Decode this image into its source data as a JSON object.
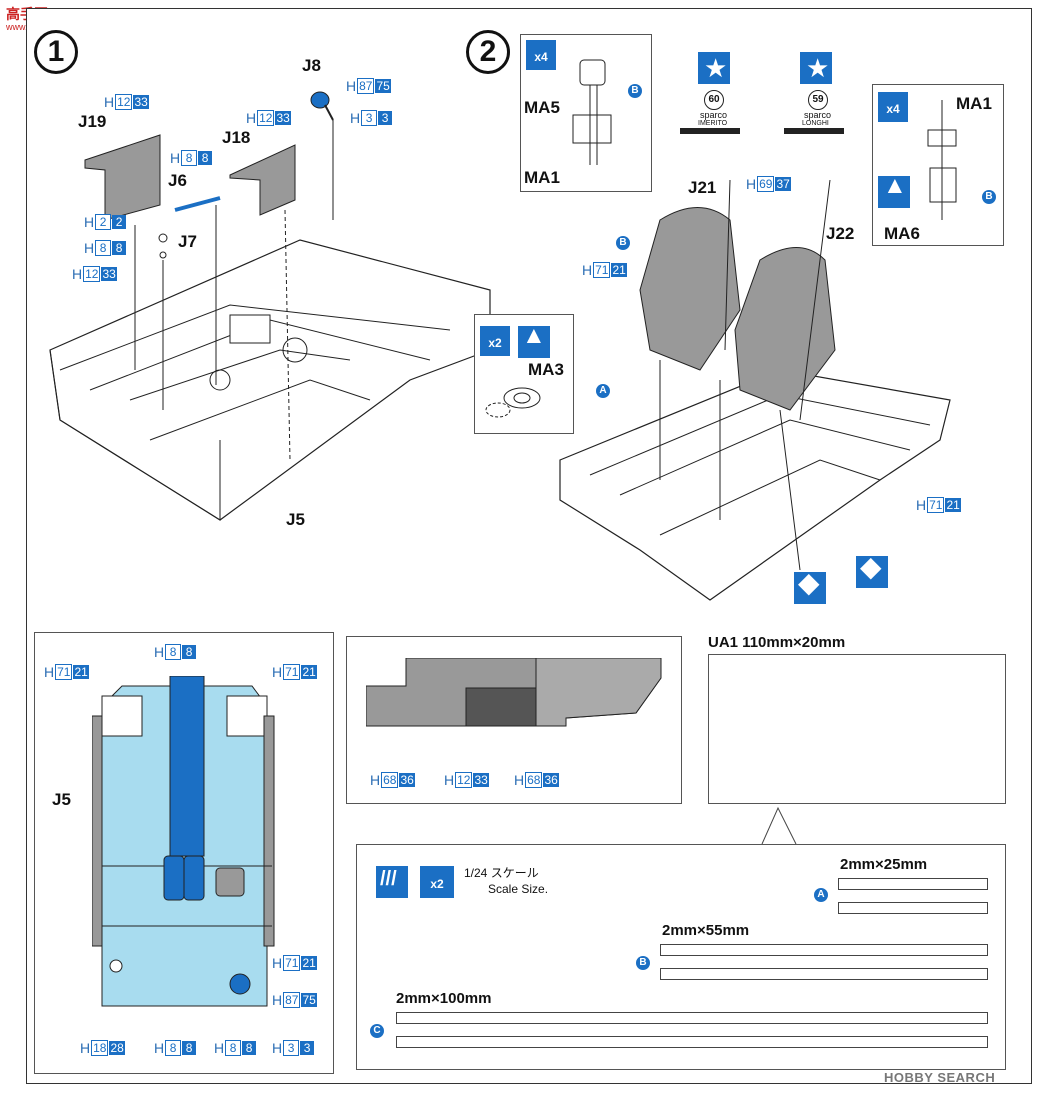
{
  "watermark_top": {
    "cn": "高手网",
    "url": "www.gaoshou.net"
  },
  "watermark_bottom": "HOBBY SEARCH",
  "step1": {
    "number": "1",
    "parts": {
      "j19": "J19",
      "j18": "J18",
      "j8": "J8",
      "j6": "J6",
      "j7": "J7",
      "j5": "J5"
    },
    "paint": [
      {
        "h": "H",
        "a": "12",
        "b": "33"
      },
      {
        "h": "H",
        "a": "12",
        "b": "33"
      },
      {
        "h": "H",
        "a": "87",
        "b": "75"
      },
      {
        "h": "H",
        "a": "3",
        "b": "3"
      },
      {
        "h": "H",
        "a": "8",
        "b": "8"
      },
      {
        "h": "H",
        "a": "2",
        "b": "2"
      },
      {
        "h": "H",
        "a": "8",
        "b": "8"
      },
      {
        "h": "H",
        "a": "12",
        "b": "33"
      }
    ]
  },
  "step2": {
    "number": "2",
    "parts": {
      "ma5": "MA5",
      "ma1_left": "MA1",
      "ma1_right": "MA1",
      "ma6": "MA6",
      "ma3": "MA3",
      "j21": "J21",
      "j22": "J22"
    },
    "qty": {
      "x4a": "4",
      "x4b": "4",
      "x2": "2"
    },
    "markers": {
      "a": "A",
      "b": "B"
    },
    "headrest_60": {
      "num": "60",
      "brand": "sparco",
      "name": "IMERITO"
    },
    "headrest_59": {
      "num": "59",
      "brand": "sparco",
      "name": "LONGHI"
    },
    "paint": [
      {
        "h": "H",
        "a": "69",
        "b": "37"
      },
      {
        "h": "H",
        "a": "71",
        "b": "21"
      },
      {
        "h": "H",
        "a": "71",
        "b": "21"
      }
    ]
  },
  "bottom_left": {
    "j5": "J5",
    "paint": [
      {
        "h": "H",
        "a": "8",
        "b": "8"
      },
      {
        "h": "H",
        "a": "71",
        "b": "21"
      },
      {
        "h": "H",
        "a": "71",
        "b": "21"
      },
      {
        "h": "H",
        "a": "71",
        "b": "21"
      },
      {
        "h": "H",
        "a": "87",
        "b": "75"
      },
      {
        "h": "H",
        "a": "3",
        "b": "3"
      },
      {
        "h": "H",
        "a": "18",
        "b": "28"
      },
      {
        "h": "H",
        "a": "8",
        "b": "8"
      },
      {
        "h": "H",
        "a": "8",
        "b": "8"
      }
    ]
  },
  "bottom_mid": {
    "paint": [
      {
        "h": "H",
        "a": "68",
        "b": "36"
      },
      {
        "h": "H",
        "a": "12",
        "b": "33"
      },
      {
        "h": "H",
        "a": "68",
        "b": "36"
      }
    ]
  },
  "ua1": {
    "title": "UA1 110mm×20mm"
  },
  "scale": {
    "qty": "2",
    "jp": "1/24 スケール",
    "en": "Scale Size.",
    "a_size": "2mm×25mm",
    "b_size": "2mm×55mm",
    "c_size": "2mm×100mm",
    "a": "A",
    "b": "B",
    "c": "C"
  },
  "colors": {
    "accent_blue": "#1b6fc4",
    "light_blue": "#a8dcef",
    "grey": "#9a9a9a",
    "dark_grey": "#555555"
  }
}
